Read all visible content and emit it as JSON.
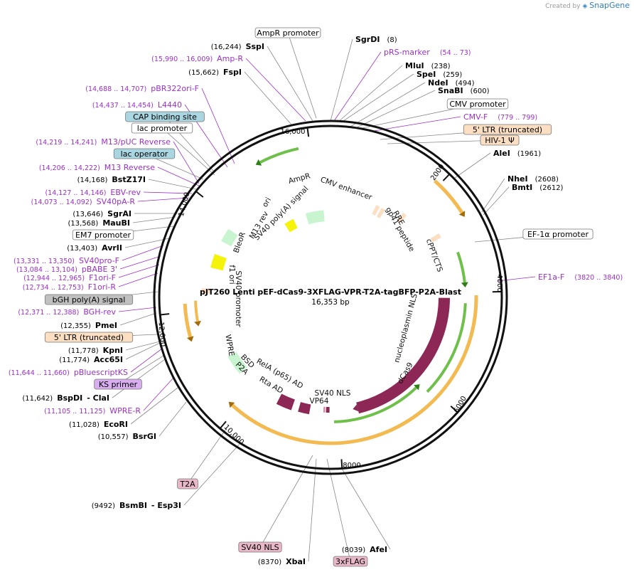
{
  "credit": {
    "prefix": "Created by",
    "brand": "SnapGene"
  },
  "plasmid": {
    "name": "pJT260 Lenti pEF-dCas9-3XFLAG-VPR-T2A-tagBFP-P2A-Blast",
    "size": "16,353 bp"
  },
  "ticks": [
    "2000",
    "4000",
    "6000",
    "8000",
    "10,000",
    "12,000",
    "14,000",
    "16,000"
  ],
  "colors": {
    "primer": "#9b2fc9",
    "orange_feature": "#f3ba52",
    "green_feature": "#6fc04b",
    "ori": "#f6f30a",
    "dcas9": "#8c2756",
    "resistance": "#c8f5cf",
    "label_box_blue": "#a9d6e1",
    "label_box_peach": "#fcdfc2",
    "label_box_pink": "#e8b8c9",
    "label_box_gray": "#c0c0c0",
    "label_box_purple": "#d9aef1"
  },
  "outer_labels": [
    {
      "id": "ampr-promoter",
      "kind": "feature",
      "text": "AmpR promoter",
      "box": "white"
    },
    {
      "id": "sspi",
      "kind": "enzyme",
      "pos": "(16,244)",
      "text": "SspI"
    },
    {
      "id": "amp-r",
      "kind": "primer",
      "pos": "(15,990 .. 16,009)",
      "text": "Amp-R"
    },
    {
      "id": "fspi",
      "kind": "enzyme",
      "pos": "(15,662)",
      "text": "FspI"
    },
    {
      "id": "pbr322ori-f",
      "kind": "primer",
      "pos": "(14,688 .. 14,707)",
      "text": "pBR322ori-F"
    },
    {
      "id": "l4440",
      "kind": "primer",
      "pos": "(14,437 .. 14,454)",
      "text": "L4440"
    },
    {
      "id": "cap-binding-site",
      "kind": "feature",
      "text": "CAP binding site",
      "box": "blue"
    },
    {
      "id": "lac-promoter",
      "kind": "feature",
      "text": "lac promoter",
      "box": "white"
    },
    {
      "id": "m13-puc-reverse",
      "kind": "primer",
      "pos": "(14,219 .. 14,241)",
      "text": "M13/pUC Reverse"
    },
    {
      "id": "lac-operator",
      "kind": "feature",
      "text": "lac operator",
      "box": "blue"
    },
    {
      "id": "m13-reverse",
      "kind": "primer",
      "pos": "(14,206 .. 14,222)",
      "text": "M13 Reverse"
    },
    {
      "id": "bstz17i",
      "kind": "enzyme",
      "pos": "(14,168)",
      "text": "BstZ17I"
    },
    {
      "id": "ebv-rev",
      "kind": "primer",
      "pos": "(14,127 .. 14,146)",
      "text": "EBV-rev"
    },
    {
      "id": "sv40pa-r",
      "kind": "primer",
      "pos": "(14,073 .. 14,092)",
      "text": "SV40pA-R"
    },
    {
      "id": "sgrai",
      "kind": "enzyme",
      "pos": "(13,646)",
      "text": "SgrAI"
    },
    {
      "id": "maubi",
      "kind": "enzyme",
      "pos": "(13,568)",
      "text": "MauBI"
    },
    {
      "id": "em7-promoter",
      "kind": "feature",
      "text": "EM7 promoter",
      "box": "white"
    },
    {
      "id": "avrii",
      "kind": "enzyme",
      "pos": "(13,403)",
      "text": "AvrII"
    },
    {
      "id": "sv40pro-f",
      "kind": "primer",
      "pos": "(13,331 .. 13,350)",
      "text": "SV40pro-F"
    },
    {
      "id": "pbabe3",
      "kind": "primer",
      "pos": "(13,084 .. 13,104)",
      "text": "pBABE 3'"
    },
    {
      "id": "f1ori-f",
      "kind": "primer",
      "pos": "(12,944 .. 12,965)",
      "text": "F1ori-F"
    },
    {
      "id": "f1ori-r",
      "kind": "primer",
      "pos": "(12,734 .. 12,753)",
      "text": "F1ori-R"
    },
    {
      "id": "bgh-polya",
      "kind": "feature",
      "text": "bGH poly(A) signal",
      "box": "gray"
    },
    {
      "id": "bgh-rev",
      "kind": "primer",
      "pos": "(12,371 .. 12,388)",
      "text": "BGH-rev"
    },
    {
      "id": "pmei",
      "kind": "enzyme",
      "pos": "(12,355)",
      "text": "PmeI"
    },
    {
      "id": "ltr5-trunc-left",
      "kind": "feature",
      "text": "5' LTR (truncated)",
      "box": "peach"
    },
    {
      "id": "kpni",
      "kind": "enzyme",
      "pos": "(11,778)",
      "text": "KpnI"
    },
    {
      "id": "acc65i",
      "kind": "enzyme",
      "pos": "(11,774)",
      "text": "Acc65I"
    },
    {
      "id": "pbluescriptks",
      "kind": "primer",
      "pos": "(11,644 .. 11,660)",
      "text": "pBluescriptKS"
    },
    {
      "id": "ks-primer",
      "kind": "feature",
      "text": "KS primer",
      "box": "purple"
    },
    {
      "id": "bspdi-clai",
      "kind": "enzyme",
      "pos": "(11,642)",
      "text": "BspDI",
      "text2": "- ClaI"
    },
    {
      "id": "wpre-r",
      "kind": "primer",
      "pos": "(11,105 .. 11,125)",
      "text": "WPRE-R"
    },
    {
      "id": "ecori",
      "kind": "enzyme",
      "pos": "(11,028)",
      "text": "EcoRI"
    },
    {
      "id": "bsrgi",
      "kind": "enzyme",
      "pos": "(10,557)",
      "text": "BsrGI"
    },
    {
      "id": "t2a",
      "kind": "feature",
      "text": "T2A",
      "box": "pink"
    },
    {
      "id": "bsmbi-esp3i",
      "kind": "enzyme",
      "pos": "(9492)",
      "text": "BsmBI",
      "text2": "- Esp3I"
    },
    {
      "id": "sv40-nls-box",
      "kind": "feature",
      "text": "SV40 NLS",
      "box": "pink"
    },
    {
      "id": "xbai",
      "kind": "enzyme",
      "pos": "(8370)",
      "text": "XbaI"
    },
    {
      "id": "3xflag",
      "kind": "feature",
      "text": "3xFLAG",
      "box": "pink"
    },
    {
      "id": "afei",
      "kind": "enzyme",
      "pos": "(8039)",
      "text": "AfeI"
    },
    {
      "id": "sgrdi",
      "kind": "enzyme",
      "pos": "(8)",
      "text": "SgrDI"
    },
    {
      "id": "prs-marker",
      "kind": "primer",
      "pos": "(54 .. 73)",
      "text": "pRS-marker"
    },
    {
      "id": "mlui",
      "kind": "enzyme",
      "pos": "(238)",
      "text": "MluI"
    },
    {
      "id": "spei",
      "kind": "enzyme",
      "pos": "(259)",
      "text": "SpeI"
    },
    {
      "id": "ndei",
      "kind": "enzyme",
      "pos": "(494)",
      "text": "NdeI"
    },
    {
      "id": "snabi",
      "kind": "enzyme",
      "pos": "(600)",
      "text": "SnaBI"
    },
    {
      "id": "cmv-promoter",
      "kind": "feature",
      "text": "CMV promoter",
      "box": "white"
    },
    {
      "id": "cmv-f",
      "kind": "primer",
      "pos": "(779 .. 799)",
      "text": "CMV-F"
    },
    {
      "id": "ltr5-trunc-right",
      "kind": "feature",
      "text": "5' LTR (truncated)",
      "box": "peach"
    },
    {
      "id": "hiv-psi",
      "kind": "feature",
      "text": "HIV-1 Ψ",
      "box": "peach"
    },
    {
      "id": "alei",
      "kind": "enzyme",
      "pos": "(1961)",
      "text": "AleI"
    },
    {
      "id": "nhei",
      "kind": "enzyme",
      "pos": "(2608)",
      "text": "NheI"
    },
    {
      "id": "bmti",
      "kind": "enzyme",
      "pos": "(2612)",
      "text": "BmtI"
    },
    {
      "id": "ef1a-promoter",
      "kind": "feature",
      "text": "EF-1α promoter",
      "box": "white"
    },
    {
      "id": "ef1a-f",
      "kind": "primer",
      "pos": "(3820 .. 3840)",
      "text": "EF1a-F"
    }
  ],
  "inner_labels": [
    {
      "id": "ori",
      "text": "ori"
    },
    {
      "id": "m13-rev",
      "text": "M13 rev"
    },
    {
      "id": "sv40-polya",
      "text": "SV40 poly(A) signal"
    },
    {
      "id": "ampr",
      "text": "AmpR"
    },
    {
      "id": "cmv-enhancer",
      "text": "CMV enhancer"
    },
    {
      "id": "rre",
      "text": "RRE"
    },
    {
      "id": "gp41",
      "text": "gp41 peptide"
    },
    {
      "id": "cppt",
      "text": "cPPT/CTS"
    },
    {
      "id": "bleor",
      "text": "BleoR"
    },
    {
      "id": "sv40-promoter",
      "text": "SV40 promoter"
    },
    {
      "id": "f1-ori",
      "text": "f1 ori"
    },
    {
      "id": "wpre",
      "text": "WPRE"
    },
    {
      "id": "bsd",
      "text": "BSD"
    },
    {
      "id": "p2a",
      "text": "P2A"
    },
    {
      "id": "rela",
      "text": "RelA (p65) AD"
    },
    {
      "id": "rta",
      "text": "Rta AD"
    },
    {
      "id": "sv40-nls-in",
      "text": "SV40 NLS"
    },
    {
      "id": "vp64",
      "text": "VP64"
    },
    {
      "id": "nucleoplasmin",
      "text": "nucleoplasmin NLS"
    },
    {
      "id": "dcas9",
      "text": "dCas9"
    }
  ]
}
